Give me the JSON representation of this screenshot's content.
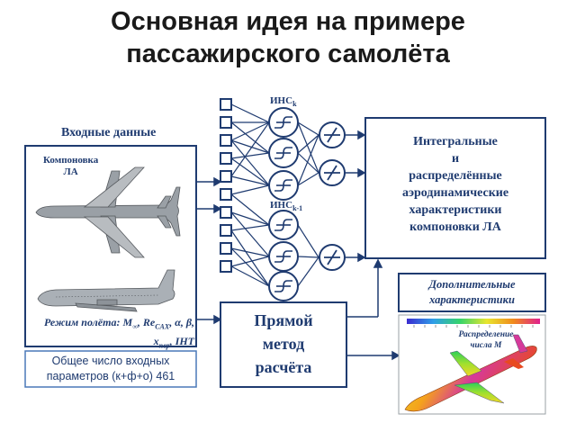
{
  "slide": {
    "title_line1": "Основная идея на примере",
    "title_line2": "пассажирского самолёта"
  },
  "input": {
    "header": "Входные данные",
    "layout_label_line1": "Компоновка",
    "layout_label_line2": "ЛА",
    "mode_prefix": "Режим полёта: M",
    "mode_sub_inf": "∞",
    "mode_re": ", Re",
    "mode_sub_cax": "CAX",
    "mode_angles": ", α, β,",
    "mode_x": "x",
    "mode_sub_per": "пер",
    "mode_tail": ", IHT"
  },
  "network": {
    "label_k": "ИНС",
    "sub_k": "k",
    "label_k1": "ИНС",
    "sub_k1": "k-1"
  },
  "integral": {
    "line1": "Интегральные",
    "line2": "и",
    "line3": "распределённые",
    "line4": "аэродинамические",
    "line5": "характеристики",
    "line6": "компоновки ЛА"
  },
  "direct": {
    "line1": "Прямой",
    "line2": "метод",
    "line3": "расчёта"
  },
  "additional": {
    "line1": "Дополнительные",
    "line2": "характеристики",
    "dist_line1": "Распределение",
    "dist_line2": "числа M"
  },
  "note": {
    "line1": "Общее число входных",
    "line2": "параметров (к+ф+о) 461"
  },
  "colors": {
    "primary": "#1f3b70",
    "note_border": "#4a78b8"
  }
}
